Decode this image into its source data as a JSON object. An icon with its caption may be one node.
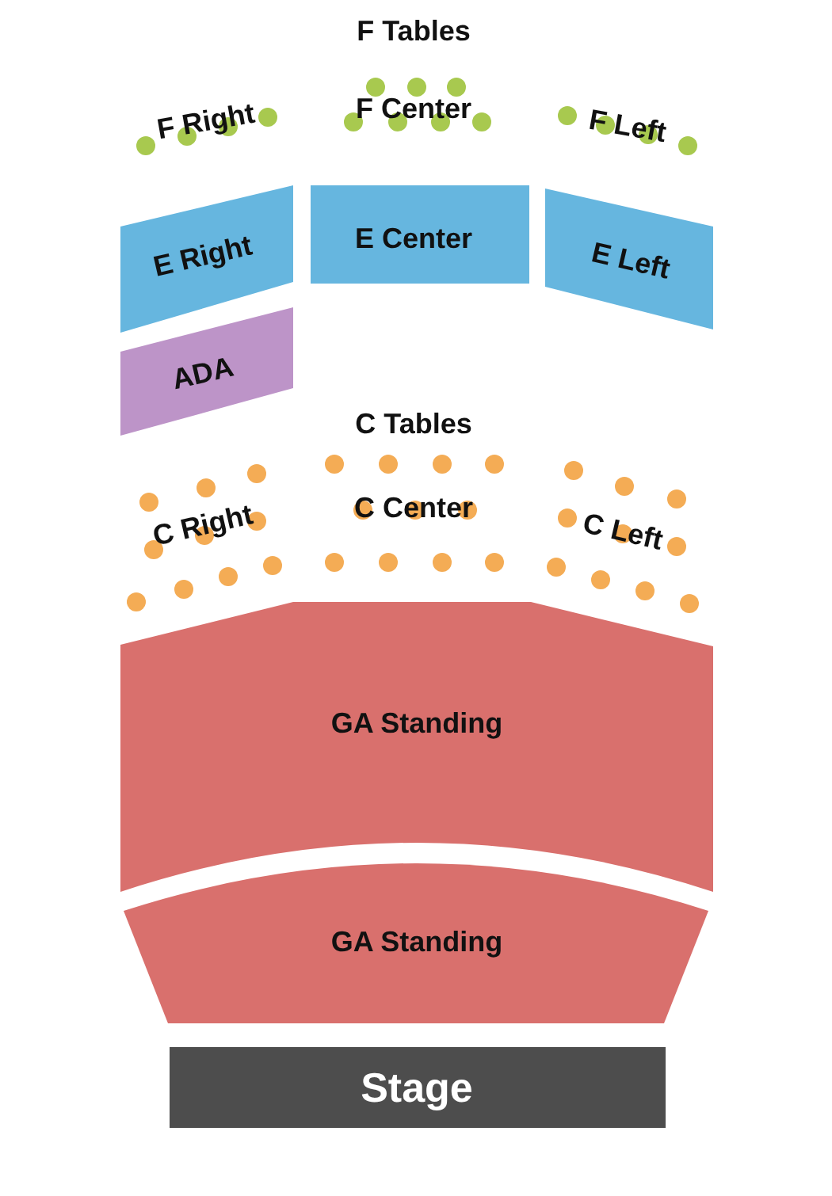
{
  "diagram": {
    "nodes": [
      {
        "text": [
          "F Right"
        ]
      },
      {
        "text": [
          "F Center"
        ]
      },
      {
        "text": [
          "F Left"
        ]
      },
      {
        "text": [
          "E Right"
        ]
      },
      {
        "text": [
          "E Center"
        ]
      },
      {
        "text": [
          "E Left"
        ]
      },
      {
        "text": [
          "ADA"
        ]
      },
      {
        "text": [
          "C Right"
        ]
      },
      {
        "text": [
          "C Center"
        ]
      },
      {
        "text": [
          "C Left"
        ]
      },
      {
        "text": [
          "GA Standing"
        ]
      },
      {
        "text": [
          "GA Standing"
        ]
      },
      {
        "text": [
          "Stage"
        ]
      }
    ],
    "labels": [
      "F Tables",
      "C Tables"
    ]
  }
}
